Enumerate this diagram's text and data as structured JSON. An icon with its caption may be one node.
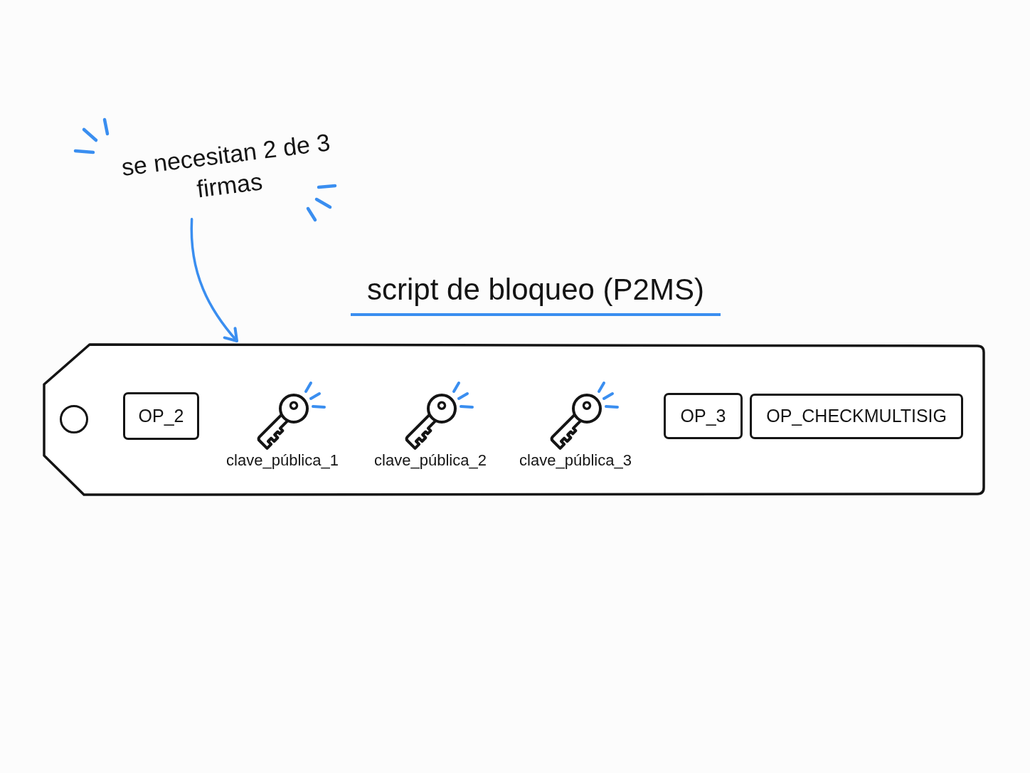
{
  "diagram": {
    "title": "script de bloqueo (P2MS)",
    "nodes": [
      {
        "text": [
          "se necesitan 2 de 3 firmas"
        ]
      },
      {
        "text": [],
        "shape": "tag"
      },
      {
        "text": [
          "OP_2"
        ],
        "in": 1
      },
      {
        "text": [
          "OP_3"
        ],
        "in": 1
      },
      {
        "text": [
          "OP_CHECKMULTISIG"
        ],
        "in": 1
      }
    ],
    "edges": [
      {
        "from": 0,
        "to": 1,
        "arrow": "to",
        "color": "#3a8ef0"
      }
    ],
    "labels": [
      "clave_pública_1",
      "clave_pública_2",
      "clave_pública_3"
    ]
  }
}
